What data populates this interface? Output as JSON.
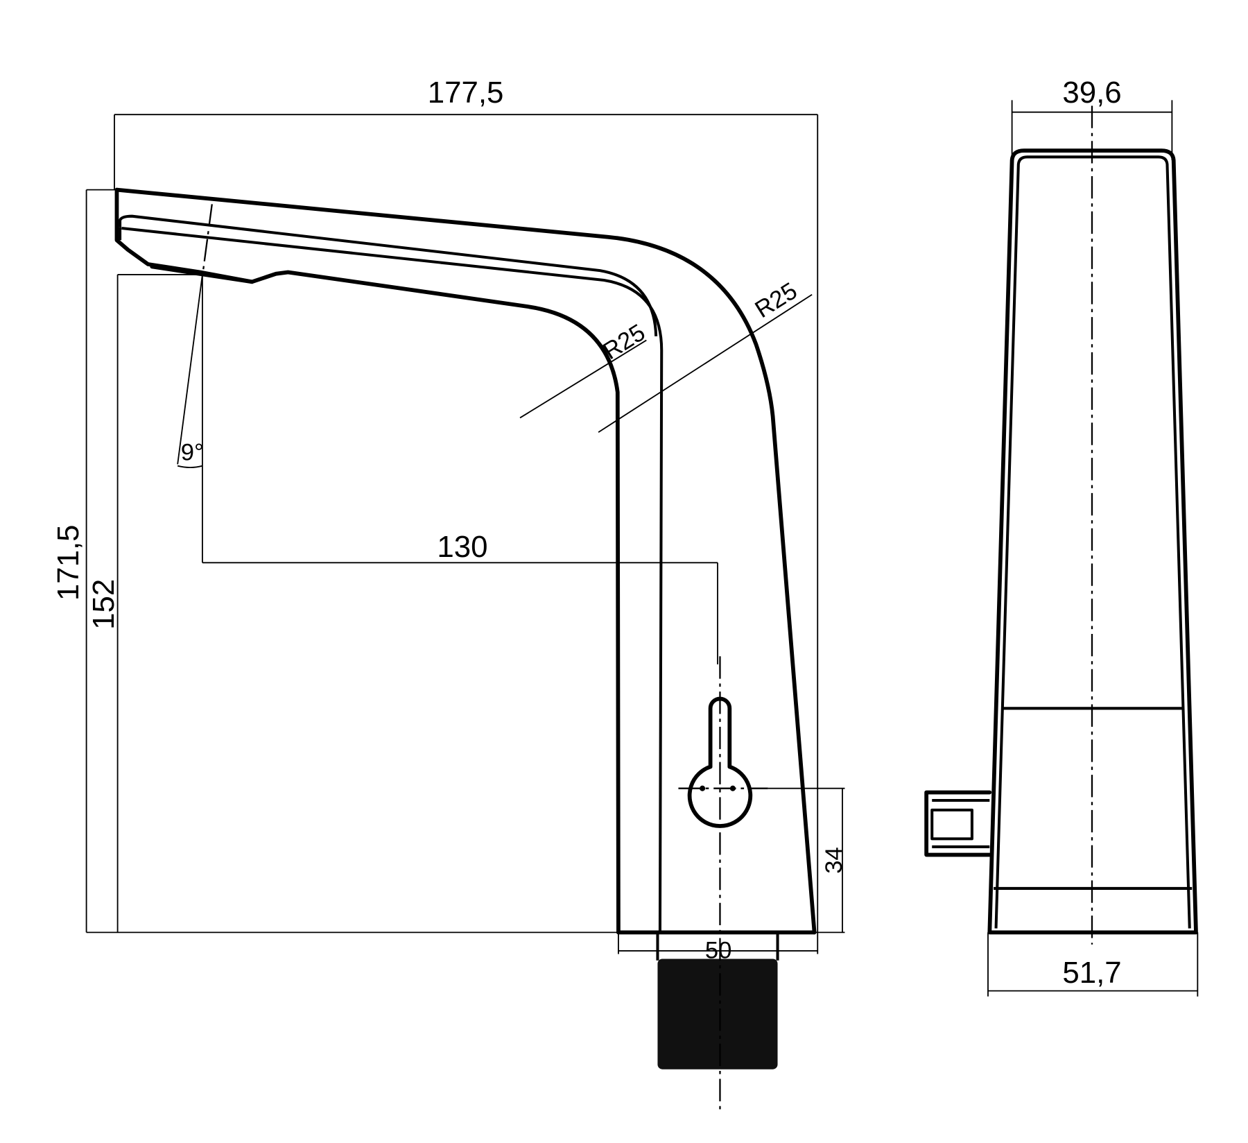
{
  "drawing": {
    "title": "Faucet dimension drawing",
    "front_view": {
      "overall_length": "177,5",
      "overall_height": "171,5",
      "outlet_height": "152",
      "reach": "130",
      "angle": "9°",
      "radius_inner": "R25",
      "radius_outer": "R25",
      "sensor_height": "34",
      "base_width": "50"
    },
    "side_view": {
      "top_width": "39,6",
      "base_width": "51,7"
    }
  }
}
